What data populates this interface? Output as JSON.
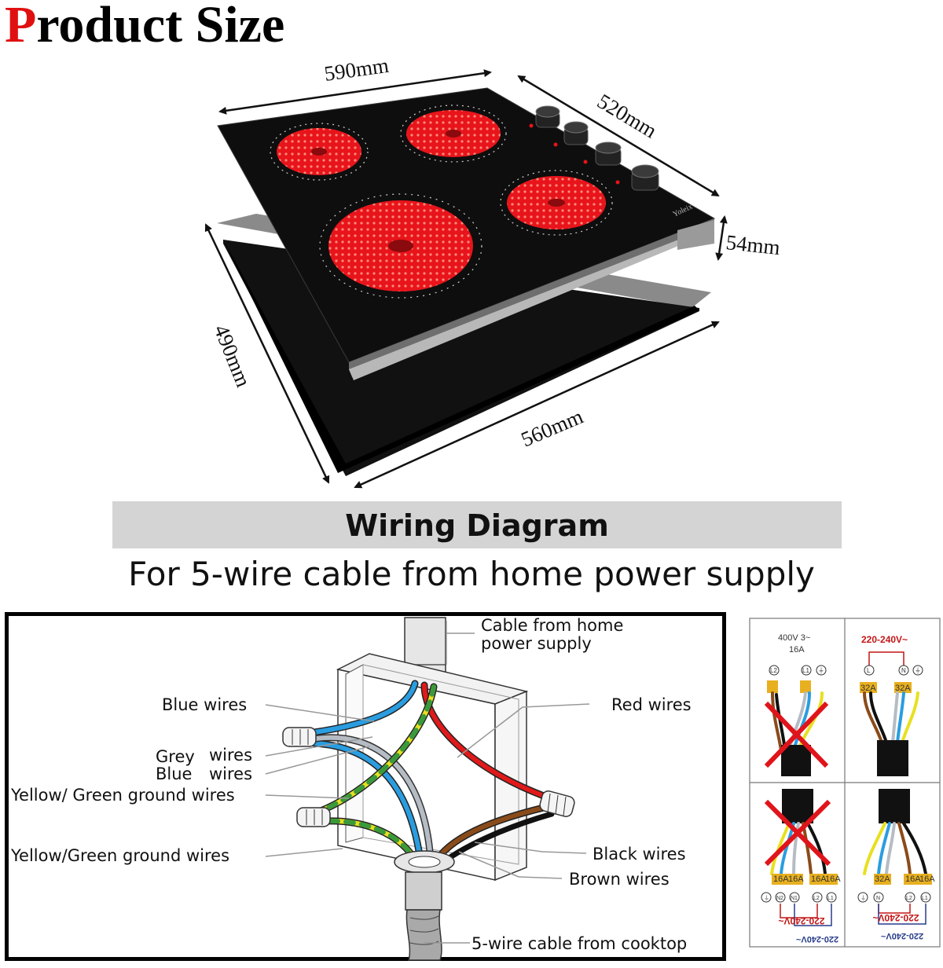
{
  "header": {
    "title_first_letter": "P",
    "title_rest": "roduct Size"
  },
  "dimensions": {
    "top_width": "590mm",
    "top_depth": "520mm",
    "height": "54mm",
    "cutout_depth": "490mm",
    "cutout_width": "560mm"
  },
  "hob": {
    "brand": "Yoleix"
  },
  "wiring": {
    "heading": "Wiring Diagram",
    "subtitle": "For 5-wire cable from home power supply",
    "labels": {
      "cable_home_1": "Cable from home",
      "cable_home_2": "power supply",
      "blue_wires_1": "Blue wires",
      "grey_wires_word": "Grey",
      "wires_word_1": "wires",
      "blue_word": "Blue",
      "wires_word_2": "wires",
      "yg_ground_1": "Yellow/ Green ground wires",
      "yg_ground_2": "Yellow/Green  ground wires",
      "red_wires": "Red wires",
      "black_wires": "Black wires",
      "brown_wires": "Brown wires",
      "cooktop_cable": "5-wire cable from cooktop"
    }
  },
  "panels": {
    "p1_volt": "400V 3~",
    "p1_amp": "16A",
    "p1_terms": [
      "L2",
      "L1",
      "⏚"
    ],
    "p2_volt": "220-240V~",
    "p2_terms": [
      "L",
      "N",
      "⏚"
    ],
    "p2_amps": [
      "32A",
      "32A"
    ],
    "p3_terms": [
      "⏚",
      "N2",
      "N1",
      "L2",
      "L1"
    ],
    "p3_amps": [
      "16A",
      "16A",
      "16A",
      "16A"
    ],
    "p3_volt_a": "220-240V~",
    "p3_volt_b": "220-240V~",
    "p4_terms": [
      "⏚",
      "N",
      "L2",
      "L1"
    ],
    "p4_amps": [
      "32A",
      "16A",
      "16A"
    ],
    "p4_volt_a": "220-240V~",
    "p4_volt_b": "220-240V~"
  },
  "colors": {
    "title_accent": "#e01010",
    "burner": "#e8141b",
    "glass": "#0e0e0e",
    "banner": "#d4d4d4",
    "wire_blue": "#2a9de0",
    "wire_red": "#e01a1a",
    "wire_grey": "#b5bcc4",
    "wire_yellow": "#e8e020",
    "wire_green": "#3a9a3a",
    "wire_brown": "#8a4b1a",
    "cross": "#e0141b"
  }
}
